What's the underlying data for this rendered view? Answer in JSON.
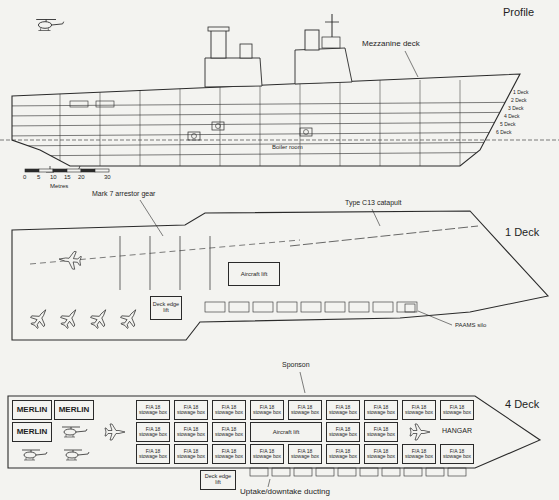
{
  "diagram": {
    "nodes": [
      {
        "text": [
          "Aircraft lift"
        ]
      },
      {
        "text": [
          "Deck edge lift"
        ]
      },
      {
        "text": [
          "MERLIN"
        ]
      },
      {
        "text": [
          "MERLIN"
        ]
      },
      {
        "text": [
          "F/A 18 stowage box"
        ]
      },
      {
        "text": [
          "F/A 18 stowage box"
        ]
      },
      {
        "text": [
          "F/A 18 stowage box"
        ]
      },
      {
        "text": [
          "F/A 18 stowage box"
        ]
      },
      {
        "text": [
          "F/A 18 stowage box"
        ]
      },
      {
        "text": [
          "F/A 18 stowage box"
        ]
      },
      {
        "text": [
          "F/A 18 stowage box"
        ]
      },
      {
        "text": [
          "F/A 18 stowage box"
        ]
      },
      {
        "text": [
          "F/A 18 stowage box"
        ]
      },
      {
        "text": [
          "MERLIN"
        ]
      },
      {
        "text": [
          "F/A 18 stowage box"
        ]
      },
      {
        "text": [
          "F/A 18 stowage box"
        ]
      },
      {
        "text": [
          "F/A 18 stowage box"
        ]
      },
      {
        "text": [
          "Aircraft lift"
        ]
      },
      {
        "text": [
          "F/A 18 stowage box"
        ]
      },
      {
        "text": [
          "F/A 18 stowage box"
        ]
      },
      {
        "text": [
          "F/A 18 stowage box"
        ]
      },
      {
        "text": [
          "F/A 18 stowage box"
        ]
      },
      {
        "text": [
          "F/A 18 stowage box"
        ]
      },
      {
        "text": [
          "F/A 18 stowage box"
        ]
      },
      {
        "text": [
          "F/A 18 stowage box"
        ]
      },
      {
        "text": [
          "F/A 18 stowage box"
        ]
      },
      {
        "text": [
          "F/A 18 stowage box"
        ]
      },
      {
        "text": [
          "F/A 18 stowage box"
        ]
      },
      {
        "text": [
          "F/A 18 stowage box"
        ]
      },
      {
        "text": [
          "Deck edge lift"
        ]
      }
    ],
    "labels": [
      "Profile",
      "Mezzanine deck",
      "1 Deck",
      "2 Deck",
      "3 Deck",
      "4 Deck",
      "5 Deck",
      "6 Deck",
      "Boiler room",
      "0",
      "5",
      "10",
      "15",
      "20",
      "30",
      "Metres",
      "Mark 7 arrestor gear",
      "Type C13 catapult",
      "1 Deck",
      "PAAMS silo",
      "Sponson",
      "4 Deck",
      "HANGAR",
      "Uptake/downtake ducting"
    ]
  }
}
